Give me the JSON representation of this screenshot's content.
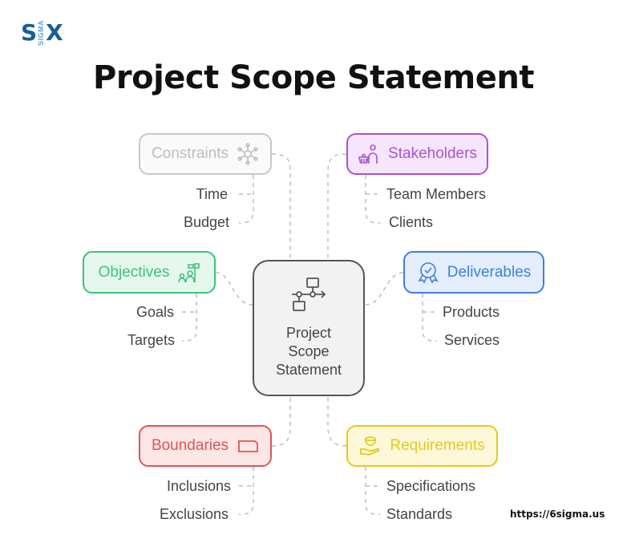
{
  "brand": {
    "logo_s": "S",
    "logo_sigma": "SIGMA",
    "logo_x": "X",
    "url": "https://6sigma.us"
  },
  "title": "Project Scope Statement",
  "center": {
    "line1": "Project",
    "line2": "Scope",
    "line3": "Statement",
    "icon": "flowchart-icon"
  },
  "nodes": {
    "constraints": {
      "label": "Constraints",
      "icon": "gear-network-icon",
      "color": "#bdbdbd",
      "bg": "#fafafa",
      "items": [
        "Time",
        "Budget"
      ]
    },
    "stakeholders": {
      "label": "Stakeholders",
      "icon": "person-basket-icon",
      "color": "#b04fd6",
      "bg": "#f6e6fb",
      "items": [
        "Team Members",
        "Clients"
      ]
    },
    "objectives": {
      "label": "Objectives",
      "icon": "team-flag-icon",
      "color": "#3cc37a",
      "bg": "#e6f8ee",
      "items": [
        "Goals",
        "Targets"
      ]
    },
    "deliverables": {
      "label": "Deliverables",
      "icon": "award-badge-icon",
      "color": "#3f7fe0",
      "bg": "#e4eefc",
      "items": [
        "Products",
        "Services"
      ]
    },
    "boundaries": {
      "label": "Boundaries",
      "icon": "frame-icon",
      "color": "#e05555",
      "bg": "#fde6e6",
      "items": [
        "Inclusions",
        "Exclusions"
      ]
    },
    "requirements": {
      "label": "Requirements",
      "icon": "hand-bowl-icon",
      "color": "#e6c91a",
      "bg": "#fdf8d8",
      "items": [
        "Specifications",
        "Standards"
      ]
    }
  }
}
